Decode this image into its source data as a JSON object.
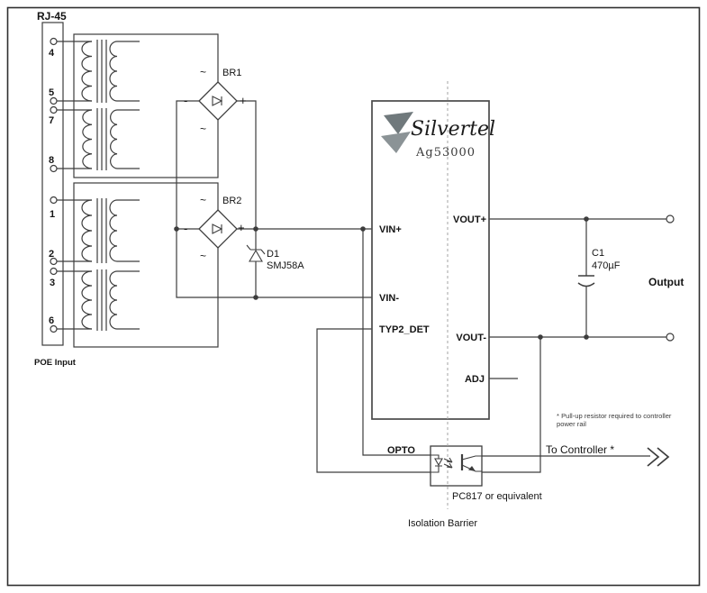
{
  "schematic": {
    "connector": {
      "title": "RJ-45",
      "caption": "POE Input",
      "pins": [
        "4",
        "5",
        "7",
        "8",
        "1",
        "2",
        "3",
        "6"
      ]
    },
    "bridges": {
      "br1": "BR1",
      "br2": "BR2",
      "ac": "~",
      "neg": "-",
      "pos": "+"
    },
    "diode": {
      "ref": "D1",
      "part": "SMJ58A"
    },
    "module": {
      "brand": "Silvertel",
      "part": "Ag53000",
      "pin_vin_pos": "VIN+",
      "pin_vin_neg": "VIN-",
      "pin_typ2": "TYP2_DET",
      "pin_vout_pos": "VOUT+",
      "pin_vout_neg": "VOUT-",
      "pin_adj": "ADJ"
    },
    "cap": {
      "ref": "C1",
      "value": "470µF"
    },
    "output_label": "Output",
    "opto": {
      "label": "OPTO",
      "part": "PC817 or equivalent"
    },
    "isolation_label": "Isolation Barrier",
    "controller": {
      "label": "To Controller *",
      "note1": "* Pull-up resistor required to controller",
      "note2": "power rail"
    }
  }
}
